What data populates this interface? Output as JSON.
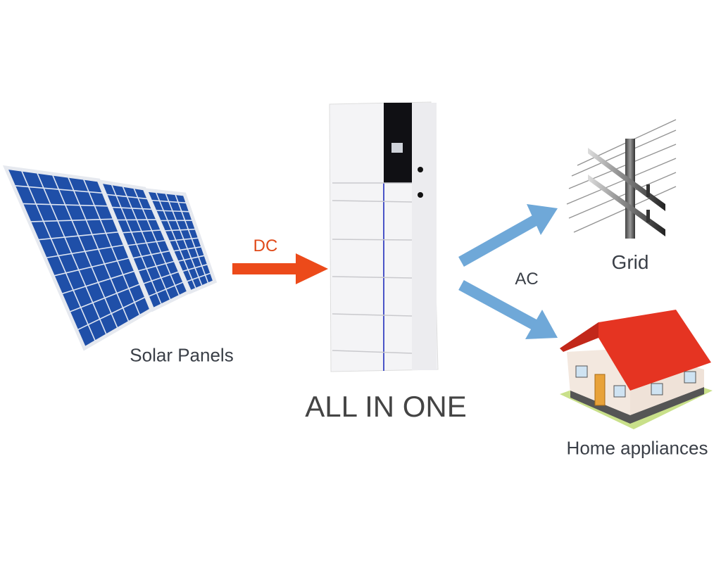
{
  "labels": {
    "solar": "Solar Panels",
    "dc": "DC",
    "main": "ALL IN ONE",
    "ac": "AC",
    "grid": "Grid",
    "home": "Home appliances"
  },
  "colors": {
    "dc_arrow": "#ec4a1a",
    "ac_arrow": "#6fa8d8",
    "panel_cell": "#1f4fa8",
    "roof": "#e53422",
    "accent_line": "#4a55c8"
  }
}
